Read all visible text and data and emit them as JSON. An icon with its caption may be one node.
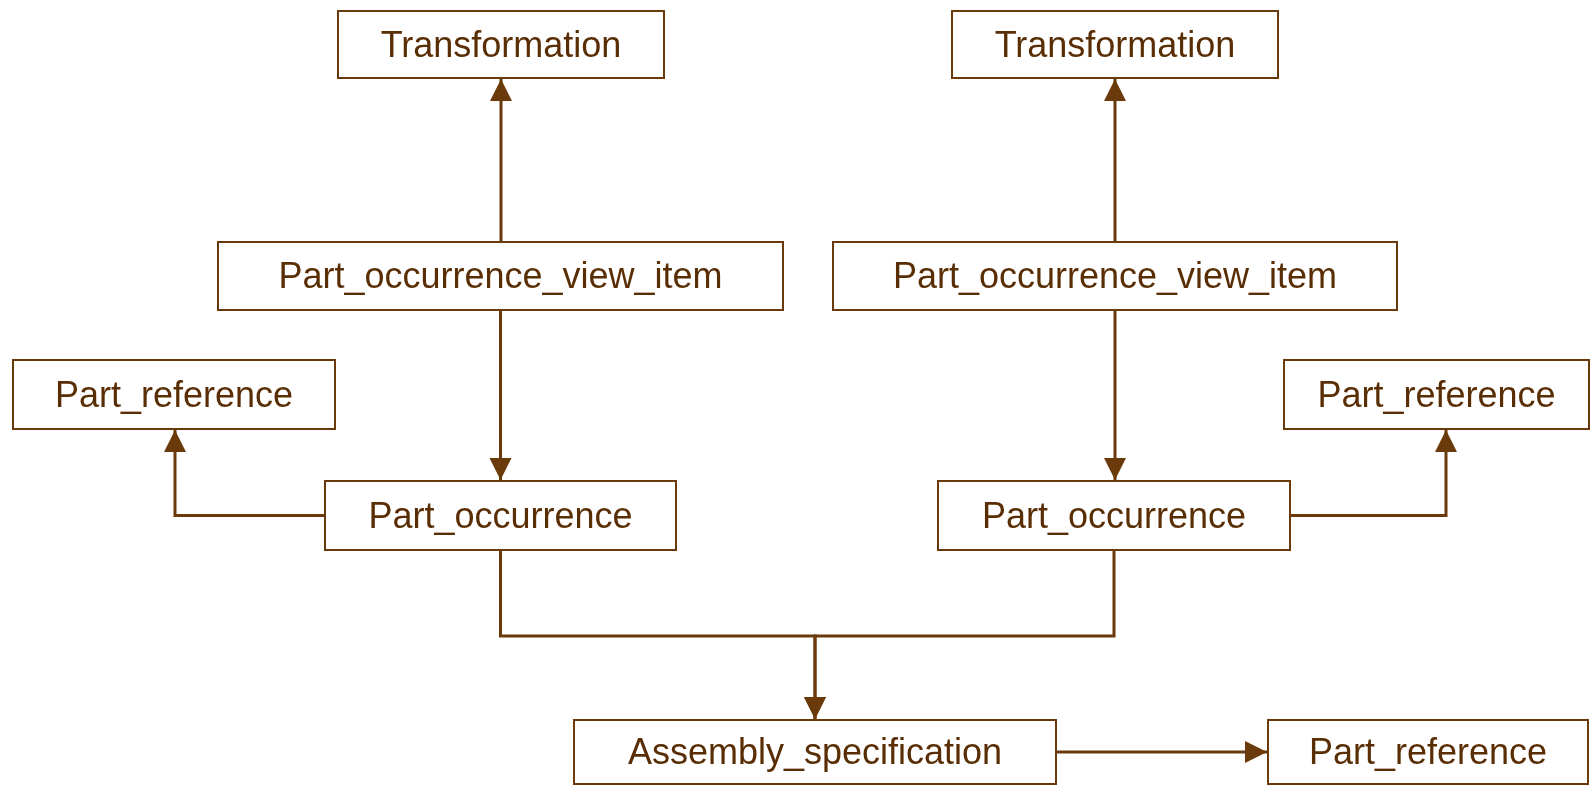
{
  "diagram": {
    "nodes": [
      {
        "text": [
          "Transformation"
        ]
      },
      {
        "text": [
          "Transformation"
        ]
      },
      {
        "text": [
          "Part_occurrence_view_item"
        ]
      },
      {
        "text": [
          "Part_occurrence_view_item"
        ]
      },
      {
        "text": [
          "Part_reference"
        ]
      },
      {
        "text": [
          "Part_occurrence"
        ]
      },
      {
        "text": [
          "Part_occurrence"
        ]
      },
      {
        "text": [
          "Part_reference"
        ]
      },
      {
        "text": [
          "Assembly_specification"
        ]
      },
      {
        "text": [
          "Part_reference"
        ]
      }
    ],
    "edges": [
      {
        "from": 2,
        "to": 0,
        "arrow": "to"
      },
      {
        "from": 3,
        "to": 1,
        "arrow": "to"
      },
      {
        "from": 2,
        "to": 5,
        "arrow": "to"
      },
      {
        "from": 3,
        "to": 6,
        "arrow": "to"
      },
      {
        "from": 5,
        "to": 4,
        "arrow": "to"
      },
      {
        "from": 6,
        "to": 7,
        "arrow": "to"
      },
      {
        "from": 5,
        "to": 8,
        "arrow": "to"
      },
      {
        "from": 6,
        "to": 8,
        "arrow": "to"
      },
      {
        "from": 8,
        "to": 9,
        "arrow": "to"
      }
    ]
  }
}
